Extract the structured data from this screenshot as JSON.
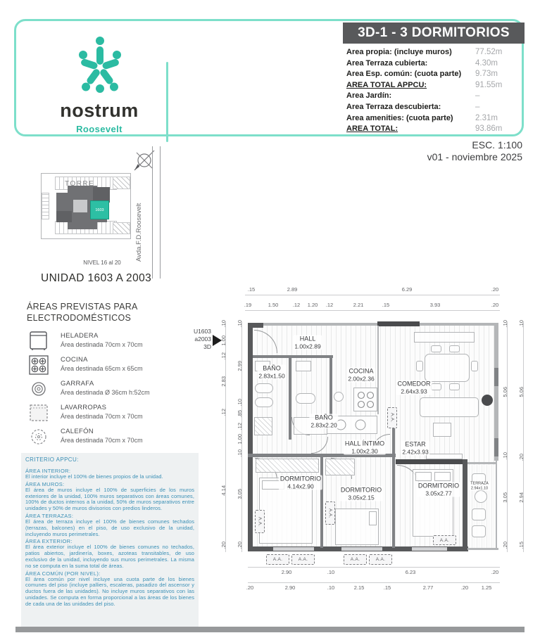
{
  "brand": {
    "name": "nostrum",
    "location": "Roosevelt"
  },
  "header": {
    "title": "3D-1 - 3 DORMITORIOS",
    "rows": [
      {
        "label": "Area propia: (incluye muros)",
        "value": "77.52m",
        "total": false
      },
      {
        "label": "Area Terraza cubierta:",
        "value": "4.30m",
        "total": false
      },
      {
        "label": "Area Esp. común: (cuota parte)",
        "value": "9.73m",
        "total": false
      },
      {
        "label": "AREA TOTAL APPCU:",
        "value": "91.55m",
        "total": true
      },
      {
        "label": "Area Jardín:",
        "value": "–",
        "total": false
      },
      {
        "label": "Area Terraza descubierta:",
        "value": "–",
        "total": false
      },
      {
        "label": "Area amenities: (cuota parte)",
        "value": "2.31m",
        "total": false
      },
      {
        "label": "AREA TOTAL:",
        "value": "93.86m",
        "total": true
      }
    ]
  },
  "meta": {
    "scale": "ESC. 1:100",
    "version": "v01 - noviembre 2025"
  },
  "site": {
    "torre": "TORRE",
    "unit": "1603",
    "street": "Avda.F.D.Roosevelt",
    "level": "NIVEL 16 al 20",
    "unit_title": "UNIDAD 1603 A 2003"
  },
  "appliances": {
    "heading1": "ÁREAS PREVISTAS PARA",
    "heading2": "ELECTRODOMÉSTICOS",
    "items": [
      {
        "name": "HELADERA",
        "desc": "Área destinada 70cm x 70cm"
      },
      {
        "name": "COCINA",
        "desc": "Área destinada 65cm x 65cm"
      },
      {
        "name": "GARRAFA",
        "desc": "Área destinada Ø 36cm h:52cm"
      },
      {
        "name": "LAVARROPAS",
        "desc": "Área destinada 70cm x 70cm"
      },
      {
        "name": "CALEFÓN",
        "desc": "Área destinada 70cm x 70cm"
      }
    ]
  },
  "criterio": {
    "title": "CRITERIO APPCU:",
    "sections": [
      {
        "h": "ÁREA INTERIOR:",
        "b": "El interior incluye el 100% de bienes propios de la unidad."
      },
      {
        "h": "ÁREA MUROS:",
        "b": "El área de muros incluye el 100% de superficies de los muros exteriores de la unidad, 100% muros separativos con áreas comunes, 100% de ductos internos a la unidad, 50% de muros separativos entre unidades y 50% de muros divisorios con predios linderos."
      },
      {
        "h": "ÁREA TERRAZAS:",
        "b": "El área de terraza incluye el 100% de bienes comunes techados (terrazas, balcones) en el piso, de uso exclusivo de la unidad, incluyendo muros perimetrales."
      },
      {
        "h": "ÁREA EXTERIOR:",
        "b": "El área exterior incluye el 100% de bienes comunes no techados, patios abiertos, jardinería, boxes, azoteas transitables, de uso exclusivo de la unidad, incluyendo sus muros perimetrales. La misma no se computa en la suma total de áreas."
      },
      {
        "h": "ÁREA COMÚN (POR NIVEL):",
        "b": "El área común por nivel incluye una cuota parte de los bienes comunes del piso (incluye palliers, escaleras, pasadizo del ascensor y ductos fuera de las unidades). No incluye muros separativos con las unidades. Se computa en forma proporcional a las áreas de los bienes de cada una de las unidades del piso."
      }
    ]
  },
  "plan": {
    "marker": {
      "l1": "U1603",
      "l2": "a2003",
      "l3": "3D"
    },
    "aa": "A.A.",
    "rooms": [
      {
        "name": "HALL",
        "dims": "1.00x2.89"
      },
      {
        "name": "BAÑO",
        "dims": "2.83x1.50"
      },
      {
        "name": "COCINA",
        "dims": "2.00x2.36"
      },
      {
        "name": "BAÑO",
        "dims": "2.83x2.20"
      },
      {
        "name": "COMEDOR",
        "dims": "2.64x3.93"
      },
      {
        "name": "ESTAR",
        "dims": "2.42x3.93"
      },
      {
        "name": "HALL ÍNTIMO",
        "dims": "1.00x2.30"
      },
      {
        "name": "DORMITORIO",
        "dims": "4.14x2.90"
      },
      {
        "name": "DORMITORIO",
        "dims": "3.05x2.15"
      },
      {
        "name": "DORMITORIO",
        "dims": "3.05x2.77"
      },
      {
        "name": "TERRAZA",
        "dims": "2.94x1.10"
      }
    ],
    "dims": {
      "top1": [
        ".15",
        "2.89",
        "6.29",
        ".20"
      ],
      "top2": [
        ".19",
        "1.50",
        ".12",
        "1.20",
        ".12",
        "2.21",
        ".15",
        "3.93",
        ".20"
      ],
      "bottom1": [
        "2.90",
        ".10",
        "6.23",
        ".20"
      ],
      "bottom2": [
        ".20",
        "2.90",
        ".10",
        "2.15",
        ".15",
        "2.77",
        ".20",
        "1.25"
      ],
      "left_outer": [
        ".10",
        "1.00",
        ".12",
        "2.83",
        ".12",
        "4.14",
        ".20"
      ],
      "left_inner": [
        ".10",
        "2.99",
        ".10",
        ".85",
        ".12",
        "1.00",
        ".10",
        "3.05",
        ".20"
      ],
      "right_inner": [
        ".10",
        "5.06",
        ".10",
        "3.05",
        ".20"
      ],
      "right_outer": [
        ".10",
        "5.06",
        ".20",
        "2.94",
        ".15"
      ]
    }
  },
  "colors": {
    "teal": "#2bbba2",
    "teal_border": "#7ddfca",
    "dark_gray": "#58595b",
    "value_gray": "#a5a7aa",
    "criterio_blue": "#3a8fb5"
  }
}
